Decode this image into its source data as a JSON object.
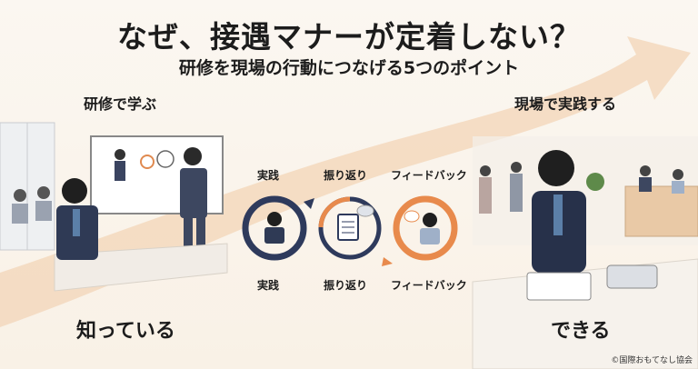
{
  "title": "なぜ、接遇マナーが定着しない？",
  "subtitle": "研修を現場の行動につなげる5つのポイント",
  "left": {
    "heading": "研修で学ぶ",
    "caption": "知っている"
  },
  "right": {
    "heading": "現場で実践する",
    "caption": "できる"
  },
  "cycle": {
    "top_labels": [
      "実践",
      "振り返り",
      "フィードバック"
    ],
    "bottom_labels": [
      "実践",
      "振り返り",
      "フィードバック"
    ]
  },
  "credit": "©国際おもてなし協会",
  "colors": {
    "navy": "#2e3a5c",
    "accent": "#e88a4c",
    "arrow": "#f3d8bd",
    "background": "#faf4eb"
  }
}
